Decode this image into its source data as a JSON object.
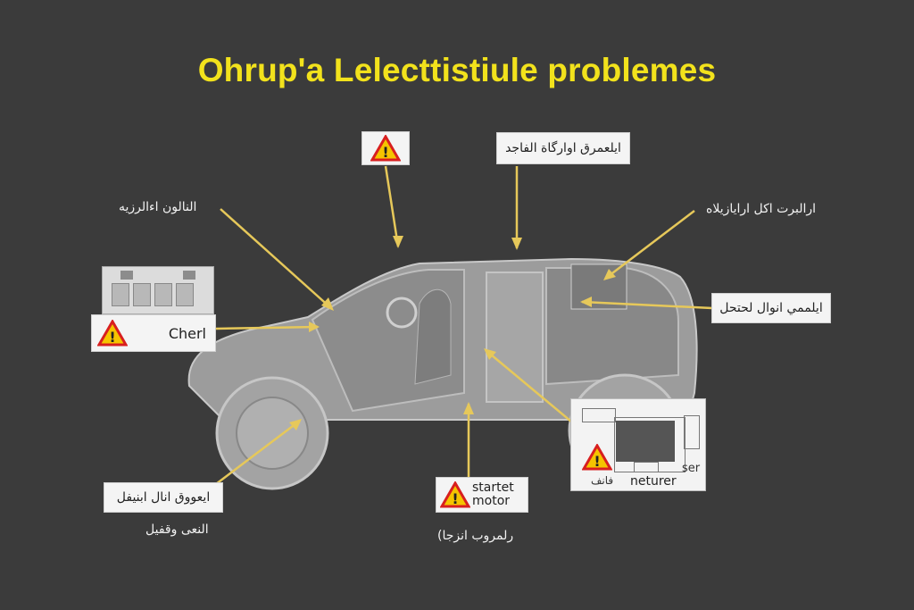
{
  "title": "Ohrup'a Lelecttistiule problemes",
  "labels": {
    "top_center_box": "ايلعمرق اوارگاة الفاجد",
    "top_left": "النالون اءالرزيه",
    "top_right": "ارالبرت اكل ارايازيلاه",
    "right_mid_box": "ايلممي انوال لحتحل",
    "battery_box": "Cherl",
    "bottom_left_box": "ايعووق انال ابنيفل",
    "bottom_left_caption": "النعی وقفيل",
    "starter_line1": "startet",
    "starter_line2": "motor",
    "bottom_center_caption": "(رلمروب انزجا",
    "module_left": "فانف",
    "module_right": "neturer",
    "module_side": "ser"
  },
  "colors": {
    "background": "#3b3b3b",
    "title": "#f2e21c",
    "leader": "#e6c85a",
    "car": "#9a9a9a",
    "warning_fill": "#f5c400",
    "warning_border": "#d81f1f"
  },
  "icons": [
    "warning-icon",
    "battery-image",
    "control-module-image",
    "car-cutaway"
  ]
}
